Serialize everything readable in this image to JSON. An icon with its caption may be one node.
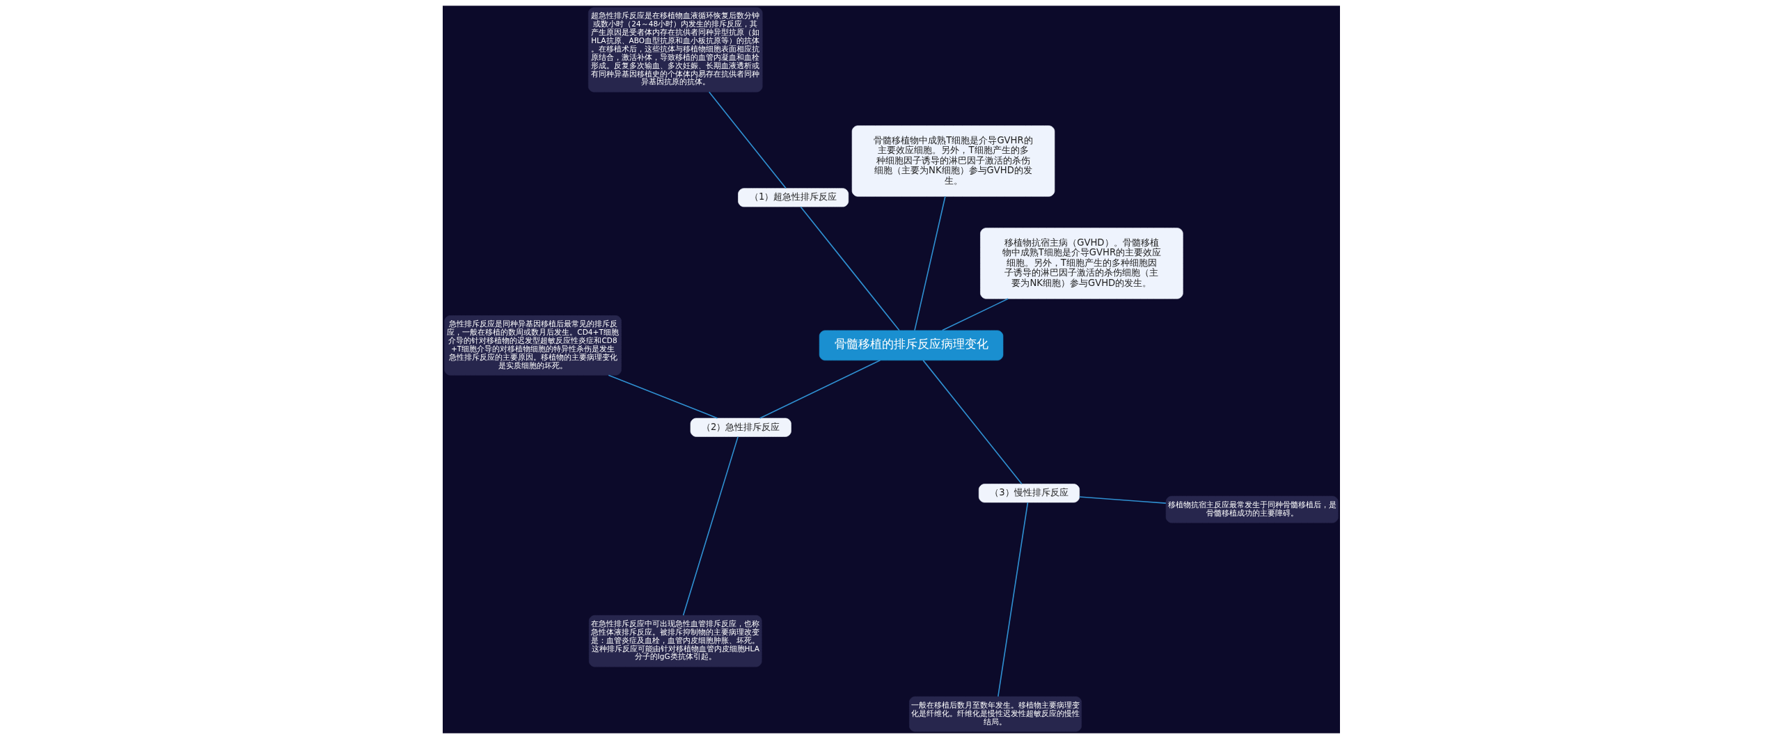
{
  "diagram": {
    "nodes": [
      {
        "text": [
          "骨髓移植的排斥反应病理变化"
        ]
      },
      {
        "text": [
          "移植物抗宿主病（GVHD）。骨髓移植物中成熟T细胞是介导GVHR的主要效应细胞。另外，T细胞产生的多种细胞因子诱导的淋巴因子激活的杀伤细胞（主要为NK细胞）参与GVHD的发生。"
        ]
      },
      {
        "text": [
          "骨髓移植物中成熟T细胞是介导GVHR的主要效应细胞。另外，T细胞产生的多种细胞因子诱导的淋巴因子激活的杀伤细胞（主要为NK细胞）参与GVHD的发生。"
        ]
      },
      {
        "text": [
          "（1）超急性排斥反应"
        ]
      },
      {
        "text": [
          "超急性排斥反应是在移植物血液循环恢复后数分钟或数小时（24～48小时）内发生的排斥反应，其产生原因是受者体内存在抗供者同种异型抗原（如HLA抗原、ABO血型抗原和血小板抗原等）的抗体。在移植术后，这些抗体与移植物细胞表面相应抗原结合，激活补体，导致移植的血管内凝血和血栓形成。反复多次输血、多次妊娠、长期血液透析或有同种异基因移植史的个体体内易存在抗供者同种异基因抗原的抗体。"
        ]
      },
      {
        "text": [
          "（2）急性排斥反应"
        ]
      },
      {
        "text": [
          "急性排斥反应是同种异基因移植后最常见的排斥反应，一般在移植的数周或数月后发生。CD4+T细胞介导的针对移植物的迟发型超敏反应性炎症和CD8+T细胞介导的对移植物细胞的特异性杀伤是发生急性排斥反应的主要原因。移植物的主要病理变化是实质细胞的坏死。"
        ]
      },
      {
        "text": [
          "在急性排斥反应中可出现急性血管排斥反应，也称急性体液排斥反应。被排斥抑制物的主要病理改变是：血管炎症及血栓，血管内皮细胞肿胀、坏死。这种排斥反应可能由针对移植物血管内皮细胞HLA分子的IgG类抗体引起。"
        ]
      },
      {
        "text": [
          "（3）慢性排斥反应"
        ]
      },
      {
        "text": [
          "一般在移植后数月至数年发生。移植物主要病理变化是纤维化。纤维化是慢性迟发性超敏反应的慢性结局。"
        ]
      },
      {
        "text": [
          "移植物抗宿主反应最常发生于同种骨髓移植后，是骨髓移植成功的主要障碍。"
        ]
      }
    ],
    "edges": [
      {
        "from": 0,
        "to": 1,
        "arrow": "none"
      },
      {
        "from": 0,
        "to": 2,
        "arrow": "none"
      },
      {
        "from": 0,
        "to": 3,
        "arrow": "none"
      },
      {
        "from": 3,
        "to": 4,
        "arrow": "none"
      },
      {
        "from": 0,
        "to": 5,
        "arrow": "none"
      },
      {
        "from": 5,
        "to": 6,
        "arrow": "none"
      },
      {
        "from": 5,
        "to": 7,
        "arrow": "none"
      },
      {
        "from": 0,
        "to": 8,
        "arrow": "none"
      },
      {
        "from": 8,
        "to": 9,
        "arrow": "none"
      },
      {
        "from": 8,
        "to": 10,
        "arrow": "none"
      }
    ]
  }
}
